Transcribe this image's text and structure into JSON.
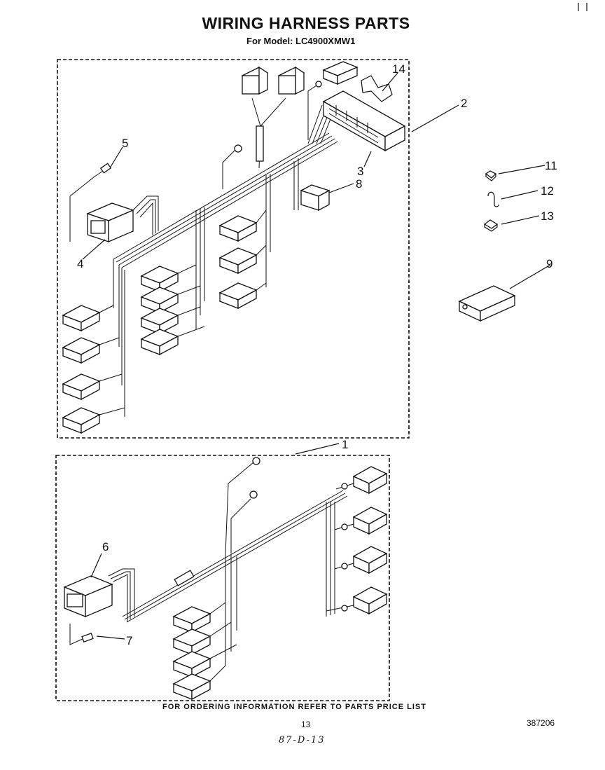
{
  "header": {
    "title": "WIRING HARNESS PARTS",
    "subtitle": "For Model: LC4900XMW1"
  },
  "labels": {
    "p1": "1",
    "p2": "2",
    "p3": "3",
    "p4": "4",
    "p5": "5",
    "p6": "6",
    "p7": "7",
    "p8": "8",
    "p9": "9",
    "p11": "11",
    "p12": "12",
    "p13": "13",
    "p14": "14"
  },
  "footer": {
    "note": "FOR ORDERING INFORMATION REFER TO PARTS PRICE LIST",
    "page": "13",
    "doc": "387206",
    "handwritten": "87-D-13"
  }
}
